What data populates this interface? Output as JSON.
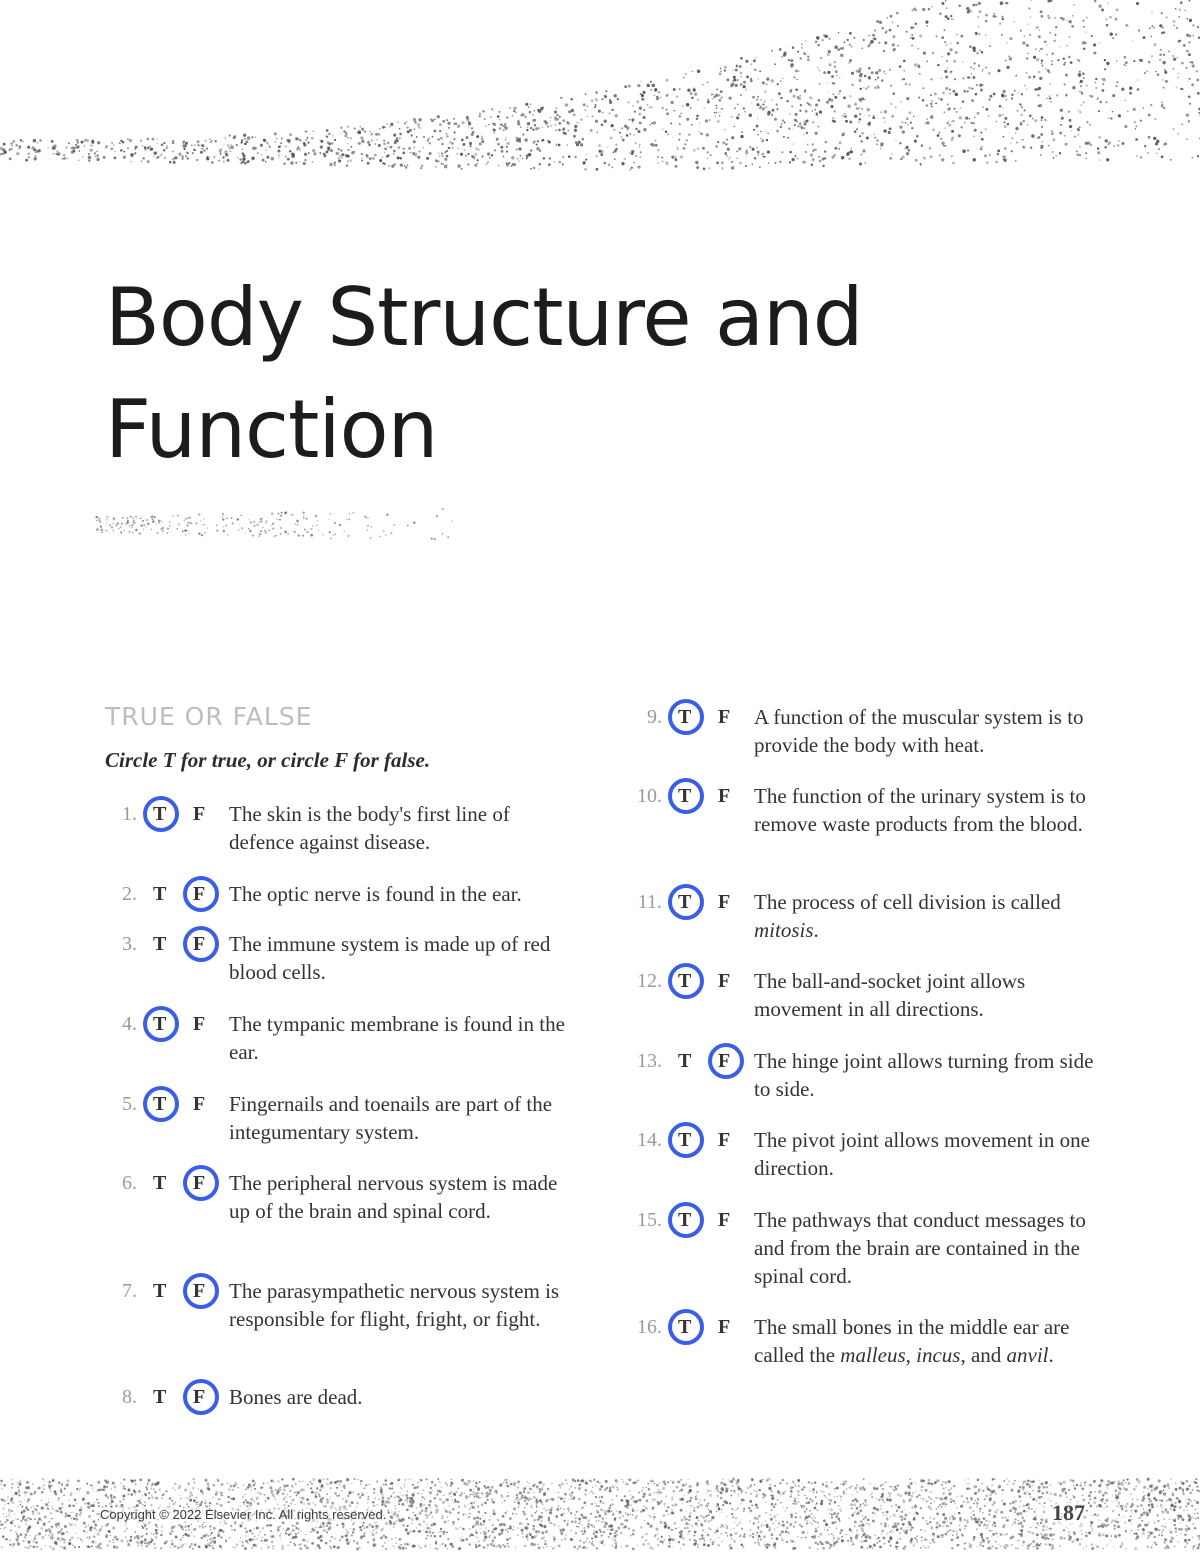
{
  "chapter_title": "Body Structure and Function",
  "section": {
    "title": "TRUE OR FALSE",
    "instructions": "Circle T for true, or circle F for false."
  },
  "answer_letters": {
    "t": "T",
    "f": "F"
  },
  "mark_color": "#3a5ee8",
  "questions": [
    {
      "num": "1.",
      "text": "The skin is the body's first line of defence against disease.",
      "answer": "T"
    },
    {
      "num": "2.",
      "text": "The optic nerve is found in the ear.",
      "answer": "F"
    },
    {
      "num": "3.",
      "text": "The immune system is made up of red blood cells.",
      "answer": "F"
    },
    {
      "num": "4.",
      "text": "The tympanic membrane is found in the ear.",
      "answer": "T"
    },
    {
      "num": "5.",
      "text": "Fingernails and toenails are part of the integumentary system.",
      "answer": "T"
    },
    {
      "num": "6.",
      "text": "The peripheral nervous system is made up of the brain and spinal cord.",
      "answer": "F"
    },
    {
      "num": "7.",
      "text": "The parasympathetic nervous system is responsible for flight, fright, or fight.",
      "answer": "F"
    },
    {
      "num": "8.",
      "text": "Bones are dead.",
      "answer": "F"
    },
    {
      "num": "9.",
      "text": "A function of the muscular system is to provide the body with heat.",
      "answer": "T"
    },
    {
      "num": "10.",
      "text": "The function of the urinary system is to remove waste products from the blood.",
      "answer": "T"
    },
    {
      "num": "11.",
      "text_parts": [
        "The process of cell division is called ",
        "mitosis",
        "."
      ],
      "answer": "T"
    },
    {
      "num": "12.",
      "text": "The ball-and-socket joint allows movement in all directions.",
      "answer": "T"
    },
    {
      "num": "13.",
      "text": "The hinge joint allows turning from side to side.",
      "answer": "F"
    },
    {
      "num": "14.",
      "text": "The pivot joint allows movement in one direction.",
      "answer": "T"
    },
    {
      "num": "15.",
      "text": "The pathways that conduct messages to and from the brain are contained in the spinal cord.",
      "answer": "T"
    },
    {
      "num": "16.",
      "text_parts": [
        "The small bones in the middle ear are called the ",
        "malleus",
        ", ",
        "incus",
        ", and ",
        "anvil",
        "."
      ],
      "answer": "T"
    }
  ],
  "footer": {
    "copyright": "Copyright © 2022 Elsevier Inc. All rights reserved.",
    "page_number": "187"
  }
}
